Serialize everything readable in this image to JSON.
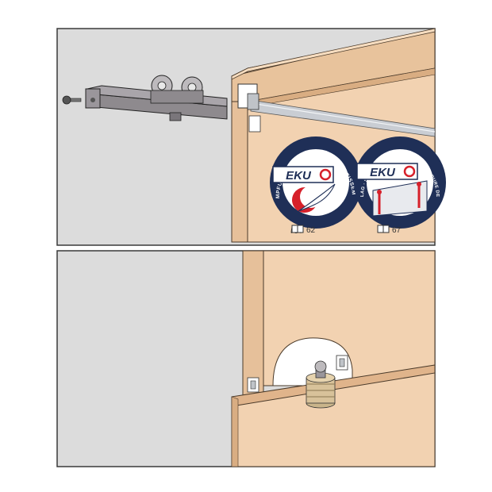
{
  "badges": [
    {
      "brand": "EKU",
      "arc_text": "DÄMPFUNG · SOFT CLOSE · AMORTISSEMENT",
      "page_ref": "62",
      "icon": "feather-icon",
      "ring_color": "#1f2f57",
      "accent_color": "#d6202a"
    },
    {
      "brand": "EKU",
      "arc_text": "AUSRICHTBESCHLAG · STRAIGHTENING FITTING · FERRURE DE REDRESSEMENT",
      "page_ref": "67",
      "icon": "straightening-fitting-icon",
      "ring_color": "#1f2f57",
      "accent_color": "#d6202a"
    }
  ],
  "colors": {
    "panel_bg": "#dcdcdc",
    "wood": "#f2d2b1",
    "wood_dark": "#e0b48b",
    "wood_edge": "#c99a6f",
    "metal": "#8e8a8e"
  }
}
